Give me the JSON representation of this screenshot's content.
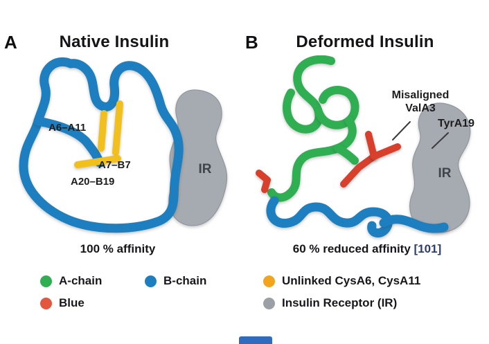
{
  "panels": [
    {
      "letter": "A",
      "title": "Native Insulin",
      "annotations": {
        "bond1": "A6–A11",
        "bond2": "A7–B7",
        "bond3": "A20–B19"
      },
      "receptor_label": "IR",
      "caption": "100 % affinity"
    },
    {
      "letter": "B",
      "title": "Deformed Insulin",
      "annotations": {
        "misaligned_line1": "Misaligned",
        "misaligned_line2": "ValA3",
        "tyr": "TyrA19"
      },
      "receptor_label": "IR",
      "caption": "60 % reduced affinity",
      "caption_ref": "[101]"
    }
  ],
  "legend": [
    {
      "label": "A-chain",
      "color": "#2fae52"
    },
    {
      "label": "B-chain",
      "color": "#1e7fc0"
    },
    {
      "label": "Unlinked CysA6, CysA11",
      "color": "#f2a51c"
    },
    {
      "label": "Blue",
      "color": "#e2573d"
    },
    {
      "label": "Insulin Receptor (IR)",
      "color": "#9ba0a6"
    }
  ],
  "colors": {
    "a_chain_green": "#2fae52",
    "b_chain_blue": "#1e7fc0",
    "disulfide_yellow": "#f2c01e",
    "misaligned_red": "#d9402c",
    "receptor_gray": "#a6abb1",
    "citation": "#2c3e70",
    "footer_bar": "#2f6bbf",
    "text": "#1b1b1b"
  }
}
